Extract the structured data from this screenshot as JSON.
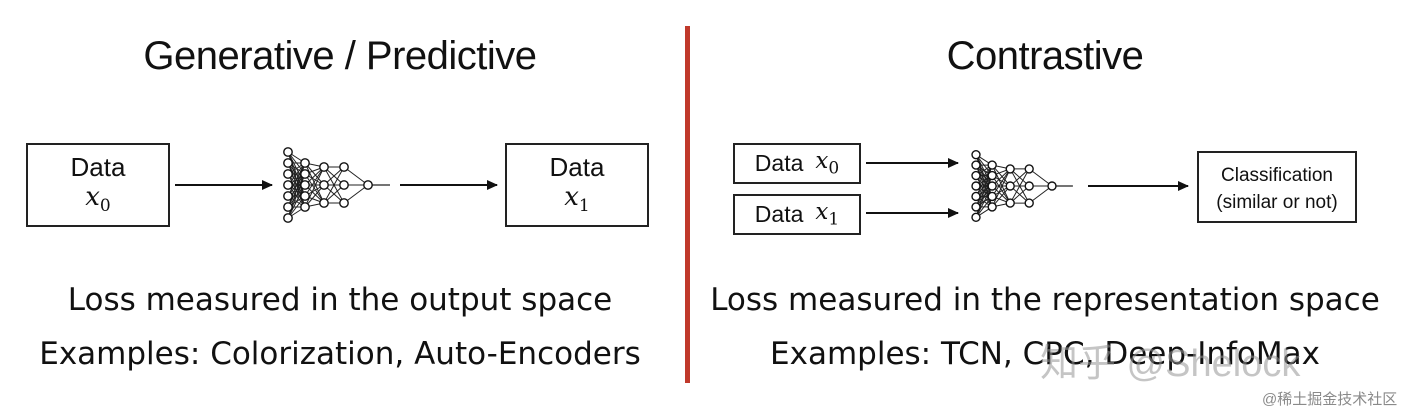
{
  "left": {
    "title": "Generative / Predictive",
    "input_box": {
      "label": "Data",
      "var": "x",
      "sub": "0"
    },
    "output_box": {
      "label": "Data",
      "var": "x",
      "sub": "1"
    },
    "loss_text": "Loss measured in the output space",
    "examples_text": "Examples: Colorization, Auto-Encoders"
  },
  "right": {
    "title": "Contrastive",
    "input_a": {
      "label": "Data",
      "var": "x",
      "sub": "0"
    },
    "input_b": {
      "label": "Data",
      "var": "x",
      "sub": "1"
    },
    "classification_box": {
      "line1": "Classification",
      "line2": "(similar or not)"
    },
    "loss_text": "Loss measured in the representation space",
    "examples_text": "Examples: TCN, CPC, Deep-InfoMax"
  },
  "divider_color": "#c0392b",
  "watermark": {
    "text": "知乎 @Shelock",
    "footer": "@稀土掘金技术社区"
  }
}
